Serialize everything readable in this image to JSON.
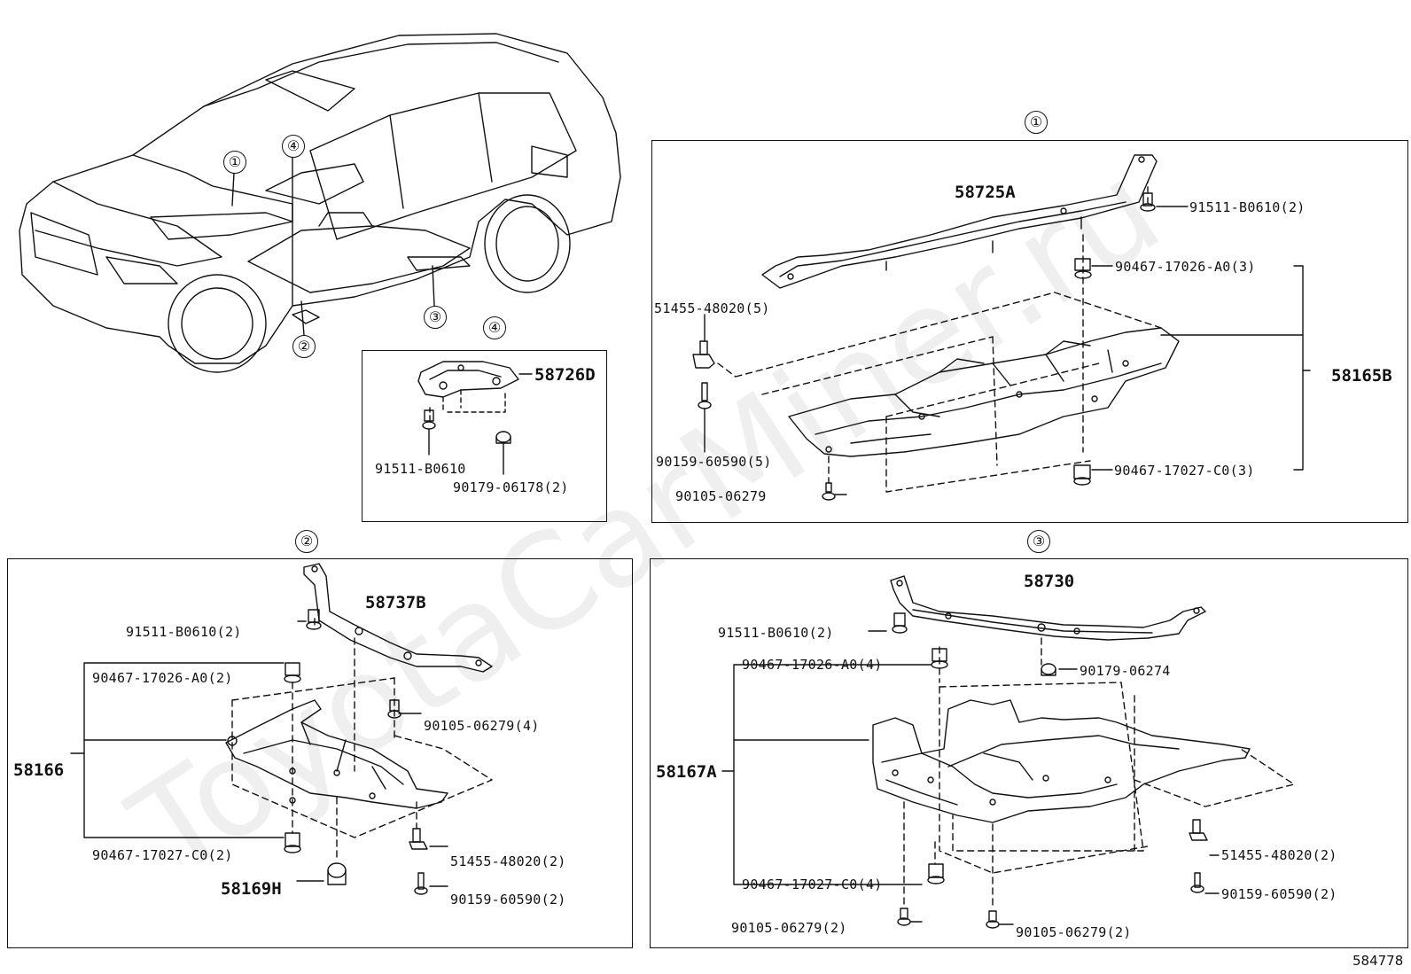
{
  "watermark": "ToyotaCarMiner.ru",
  "figure_number": "584778",
  "callouts": [
    "①",
    "②",
    "③",
    "④"
  ],
  "panel1": {
    "marker": "①",
    "parts": {
      "p58725A": "58725A",
      "p91511": "91511-B0610(2)",
      "p90467a": "90467-17026-A0(3)",
      "p51455": "51455-48020(5)",
      "p58165B": "58165B",
      "p90159": "90159-60590(5)",
      "p90467c": "90467-17027-C0(3)",
      "p90105": "90105-06279"
    }
  },
  "panel2": {
    "marker": "②",
    "parts": {
      "p58737B": "58737B",
      "p91511": "91511-B0610(2)",
      "p90467a": "90467-17026-A0(2)",
      "p90105": "90105-06279(4)",
      "p58166": "58166",
      "p90467c": "90467-17027-C0(2)",
      "p51455": "51455-48020(2)",
      "p58169H": "58169H",
      "p90159": "90159-60590(2)"
    }
  },
  "panel3": {
    "marker": "③",
    "parts": {
      "p58730": "58730",
      "p91511": "91511-B0610(2)",
      "p90467a": "90467-17026-A0(4)",
      "p90179": "90179-06274",
      "p58167A": "58167A",
      "p51455": "51455-48020(2)",
      "p90467c": "90467-17027-C0(4)",
      "p90159": "90159-60590(2)",
      "p90105a": "90105-06279(2)",
      "p90105b": "90105-06279(2)"
    }
  },
  "panel4": {
    "marker": "④",
    "parts": {
      "p58726D": "58726D",
      "p91511": "91511-B0610",
      "p90179": "90179-06178(2)"
    }
  }
}
